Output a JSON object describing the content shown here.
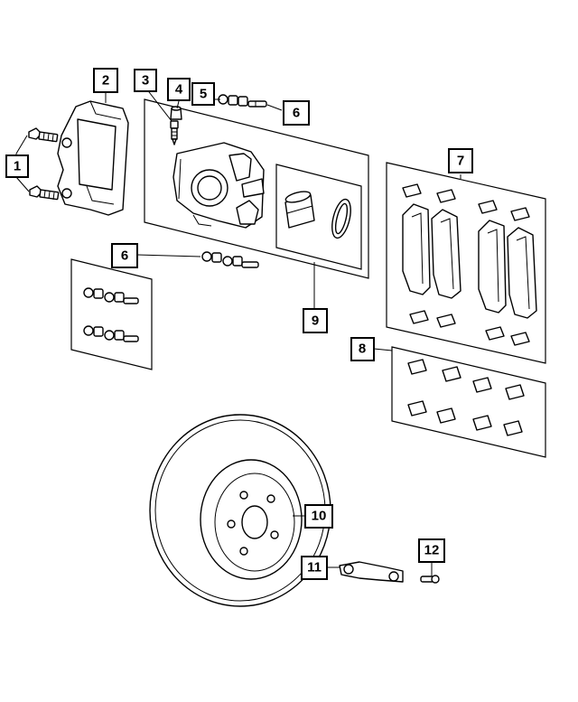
{
  "callouts": [
    {
      "id": "1",
      "label": "1"
    },
    {
      "id": "2",
      "label": "2"
    },
    {
      "id": "3",
      "label": "3"
    },
    {
      "id": "4",
      "label": "4"
    },
    {
      "id": "5",
      "label": "5"
    },
    {
      "id": "6a",
      "label": "6"
    },
    {
      "id": "6b",
      "label": "6"
    },
    {
      "id": "7",
      "label": "7"
    },
    {
      "id": "8",
      "label": "8"
    },
    {
      "id": "9",
      "label": "9"
    },
    {
      "id": "10",
      "label": "10"
    },
    {
      "id": "11",
      "label": "11"
    },
    {
      "id": "12",
      "label": "12"
    }
  ],
  "colors": {
    "line": "#000000",
    "background": "#ffffff"
  }
}
